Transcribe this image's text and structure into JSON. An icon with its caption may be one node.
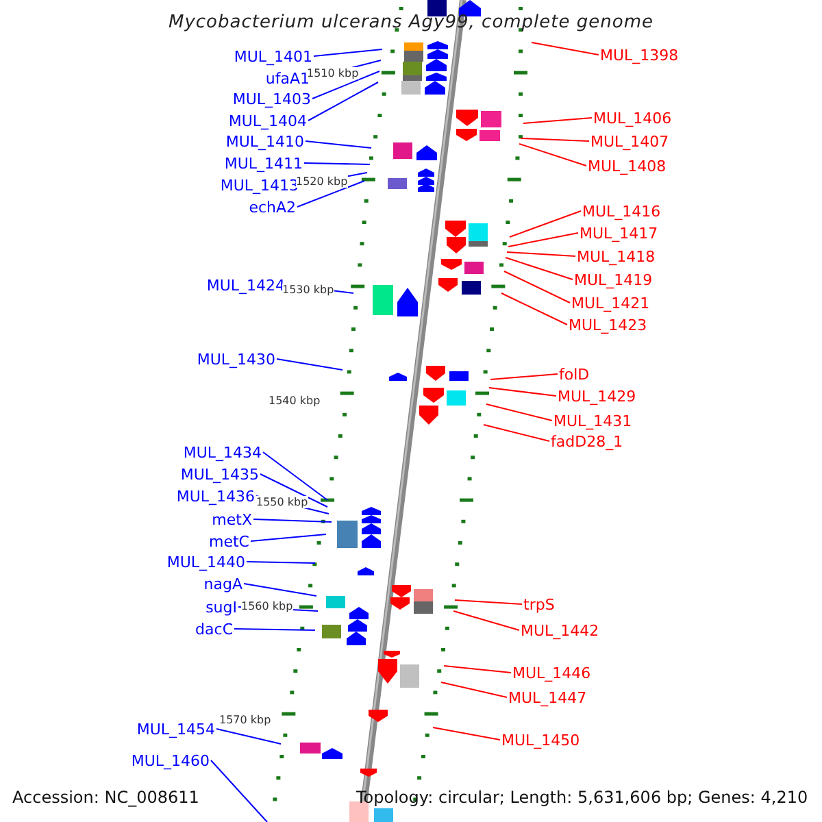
{
  "diagram": {
    "title": "Mycobacterium ulcerans Agy99, complete genome",
    "nodes": [
      {
        "text": [
          "MUL_1401"
        ]
      },
      {
        "text": [
          "ufaA1"
        ]
      },
      {
        "text": [
          "MUL_1403"
        ]
      },
      {
        "text": [
          "MUL_1404"
        ]
      },
      {
        "text": [
          "MUL_1410"
        ]
      },
      {
        "text": [
          "MUL_1411"
        ]
      },
      {
        "text": [
          "MUL_1413"
        ]
      },
      {
        "text": [
          "echA2"
        ]
      },
      {
        "text": [
          "MUL_1424"
        ]
      },
      {
        "text": [
          "MUL_1430"
        ]
      },
      {
        "text": [
          "MUL_1434"
        ]
      },
      {
        "text": [
          "MUL_1435"
        ]
      },
      {
        "text": [
          "MUL_1436"
        ]
      },
      {
        "text": [
          "metX"
        ]
      },
      {
        "text": [
          "metC"
        ]
      },
      {
        "text": [
          "MUL_1440"
        ]
      },
      {
        "text": [
          "nagA"
        ]
      },
      {
        "text": [
          "sugI"
        ]
      },
      {
        "text": [
          "dacC"
        ]
      },
      {
        "text": [
          "MUL_1454"
        ]
      },
      {
        "text": [
          "MUL_1460"
        ]
      },
      {
        "text": [
          "MUL_1398"
        ]
      },
      {
        "text": [
          "MUL_1406"
        ]
      },
      {
        "text": [
          "MUL_1407"
        ]
      },
      {
        "text": [
          "MUL_1408"
        ]
      },
      {
        "text": [
          "MUL_1416"
        ]
      },
      {
        "text": [
          "MUL_1417"
        ]
      },
      {
        "text": [
          "MUL_1418"
        ]
      },
      {
        "text": [
          "MUL_1419"
        ]
      },
      {
        "text": [
          "MUL_1421"
        ]
      },
      {
        "text": [
          "MUL_1423"
        ]
      },
      {
        "text": [
          "folD"
        ]
      },
      {
        "text": [
          "MUL_1429"
        ]
      },
      {
        "text": [
          "MUL_1431"
        ]
      },
      {
        "text": [
          "fadD28_1"
        ]
      },
      {
        "text": [
          "trpS"
        ]
      },
      {
        "text": [
          "MUL_1442"
        ]
      },
      {
        "text": [
          "MUL_1446"
        ]
      },
      {
        "text": [
          "MUL_1447"
        ]
      },
      {
        "text": [
          "MUL_1450"
        ]
      }
    ],
    "edges": [
      {
        "from": 0,
        "to": null,
        "arrow": "none"
      },
      {
        "from": 1,
        "to": null,
        "arrow": "none"
      },
      {
        "from": 2,
        "to": null,
        "arrow": "none"
      },
      {
        "from": 3,
        "to": null,
        "arrow": "none"
      },
      {
        "from": 4,
        "to": null,
        "arrow": "none"
      },
      {
        "from": 5,
        "to": null,
        "arrow": "none"
      },
      {
        "from": 6,
        "to": null,
        "arrow": "none"
      },
      {
        "from": 7,
        "to": null,
        "arrow": "none"
      },
      {
        "from": 8,
        "to": null,
        "arrow": "none"
      },
      {
        "from": 9,
        "to": null,
        "arrow": "none"
      },
      {
        "from": 10,
        "to": null,
        "arrow": "none"
      },
      {
        "from": 11,
        "to": null,
        "arrow": "none"
      },
      {
        "from": 12,
        "to": null,
        "arrow": "none"
      },
      {
        "from": 13,
        "to": null,
        "arrow": "none"
      },
      {
        "from": 14,
        "to": null,
        "arrow": "none"
      },
      {
        "from": 15,
        "to": null,
        "arrow": "none"
      },
      {
        "from": 16,
        "to": null,
        "arrow": "none"
      },
      {
        "from": 17,
        "to": null,
        "arrow": "none"
      },
      {
        "from": 18,
        "to": null,
        "arrow": "none"
      },
      {
        "from": 19,
        "to": null,
        "arrow": "none"
      },
      {
        "from": 20,
        "to": null,
        "arrow": "none"
      },
      {
        "from": 21,
        "to": null,
        "arrow": "none",
        "color": "#ff0000"
      },
      {
        "from": 22,
        "to": null,
        "arrow": "none",
        "color": "#ff0000"
      },
      {
        "from": 23,
        "to": null,
        "arrow": "none",
        "color": "#ff0000"
      },
      {
        "from": 24,
        "to": null,
        "arrow": "none",
        "color": "#ff0000"
      },
      {
        "from": 25,
        "to": null,
        "arrow": "none",
        "color": "#ff0000"
      },
      {
        "from": 26,
        "to": null,
        "arrow": "none",
        "color": "#ff0000"
      },
      {
        "from": 27,
        "to": null,
        "arrow": "none",
        "color": "#ff0000"
      },
      {
        "from": 28,
        "to": null,
        "arrow": "none",
        "color": "#ff0000"
      },
      {
        "from": 29,
        "to": null,
        "arrow": "none",
        "color": "#ff0000"
      },
      {
        "from": 30,
        "to": null,
        "arrow": "none",
        "color": "#ff0000"
      },
      {
        "from": 31,
        "to": null,
        "arrow": "none",
        "color": "#ff0000"
      },
      {
        "from": 32,
        "to": null,
        "arrow": "none",
        "color": "#ff0000"
      },
      {
        "from": 33,
        "to": null,
        "arrow": "none",
        "color": "#ff0000"
      },
      {
        "from": 34,
        "to": null,
        "arrow": "none",
        "color": "#ff0000"
      },
      {
        "from": 35,
        "to": null,
        "arrow": "none",
        "color": "#ff0000"
      },
      {
        "from": 36,
        "to": null,
        "arrow": "none",
        "color": "#ff0000"
      },
      {
        "from": 37,
        "to": null,
        "arrow": "none",
        "color": "#ff0000"
      },
      {
        "from": 38,
        "to": null,
        "arrow": "none",
        "color": "#ff0000"
      },
      {
        "from": 39,
        "to": null,
        "arrow": "none",
        "color": "#ff0000"
      }
    ],
    "labels": [
      "1510 kbp",
      "1520 kbp",
      "1530 kbp",
      "1540 kbp",
      "1550 kbp",
      "1560 kbp",
      "1570 kbp",
      "Accession: NC_008611",
      "Topology: circular; Length: 5,631,606 bp; Genes: 4,210"
    ]
  }
}
